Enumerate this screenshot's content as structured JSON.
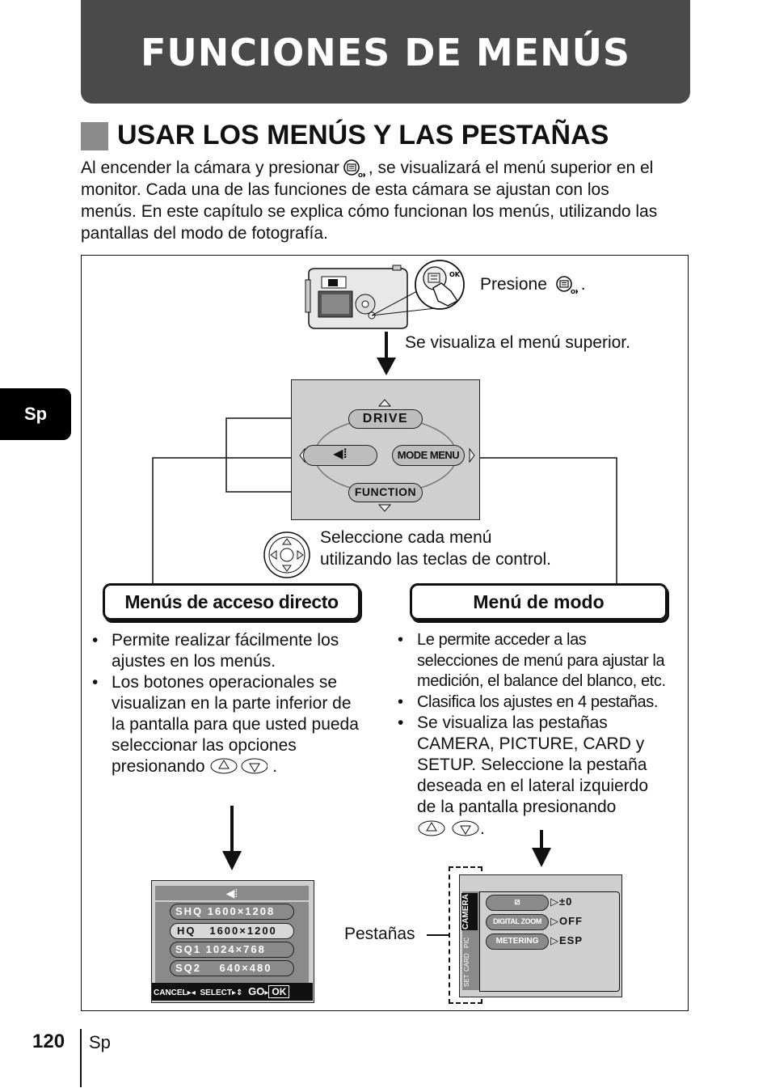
{
  "header": {
    "title": "FUNCIONES DE MENÚS"
  },
  "section": {
    "title": "USAR LOS MENÚS Y LAS PESTAÑAS"
  },
  "intro": {
    "line1_a": "Al encender la cámara y presionar",
    "line1_b": ", se visualizará el menú superior en el",
    "line2": "monitor. Cada una de las funciones de esta cámara se ajustan con los",
    "line3": "menús. En este capítulo se explica cómo funcionan los menús, utilizando las",
    "line4": "pantallas del modo de fotografía."
  },
  "side_tab": {
    "label": "Sp"
  },
  "diagram": {
    "press_label": "Presione",
    "press_dot": ".",
    "shows_top_menu": "Se visualiza el menú superior.",
    "top_menu": {
      "drive": "DRIVE",
      "mode_menu": "MODE MENU",
      "function": "FUNCTION"
    },
    "select_line1": "Seleccione cada menú",
    "select_line2": "utilizando las teclas de control.",
    "left_box": "Menús de acceso directo",
    "right_box": "Menú de modo",
    "left_bullets": [
      {
        "l1": "Permite realizar fácilmente los",
        "l2": "ajustes en los menús."
      },
      {
        "l1": "Los botones operacionales se",
        "l2": "visualizan en la parte inferior de",
        "l3": "la pantalla para que usted pueda",
        "l4": "seleccionar las opciones",
        "l5": "presionando"
      }
    ],
    "left_dot": ".",
    "right_bullets": [
      {
        "l1": "Le permite acceder a las",
        "l2": "selecciones de menú para ajustar la",
        "l3": "medición, el balance del blanco, etc."
      },
      {
        "l1": "Clasifica los ajustes en 4 pestañas."
      },
      {
        "l1": "Se visualiza las pestañas",
        "l2": "CAMERA, PICTURE, CARD y",
        "l3": "SETUP. Seleccione la pestaña",
        "l4": "deseada en el lateral izquierdo",
        "l5": "de la pantalla presionando"
      }
    ],
    "right_dot": ".",
    "tabs_label": "Pestañas",
    "quality_screen": {
      "rows": [
        {
          "q": "SHQ",
          "res": "1600×1208"
        },
        {
          "q": "HQ",
          "res": "1600×1200"
        },
        {
          "q": "SQ1",
          "res": "1024×768"
        },
        {
          "q": "SQ2",
          "res": "640×480"
        }
      ],
      "cancel": "CANCEL",
      "select": "SELECT",
      "go": "GO",
      "ok": "OK"
    },
    "mode_screen": {
      "tabs": [
        "CAMERA",
        "PIC",
        "CARD",
        "SET"
      ],
      "rows": [
        {
          "label": "",
          "value": "±0"
        },
        {
          "label": "DIGITAL ZOOM",
          "value": "OFF"
        },
        {
          "label": "METERING",
          "value": "ESP"
        }
      ]
    }
  },
  "footer": {
    "page": "120",
    "lang": "Sp"
  }
}
